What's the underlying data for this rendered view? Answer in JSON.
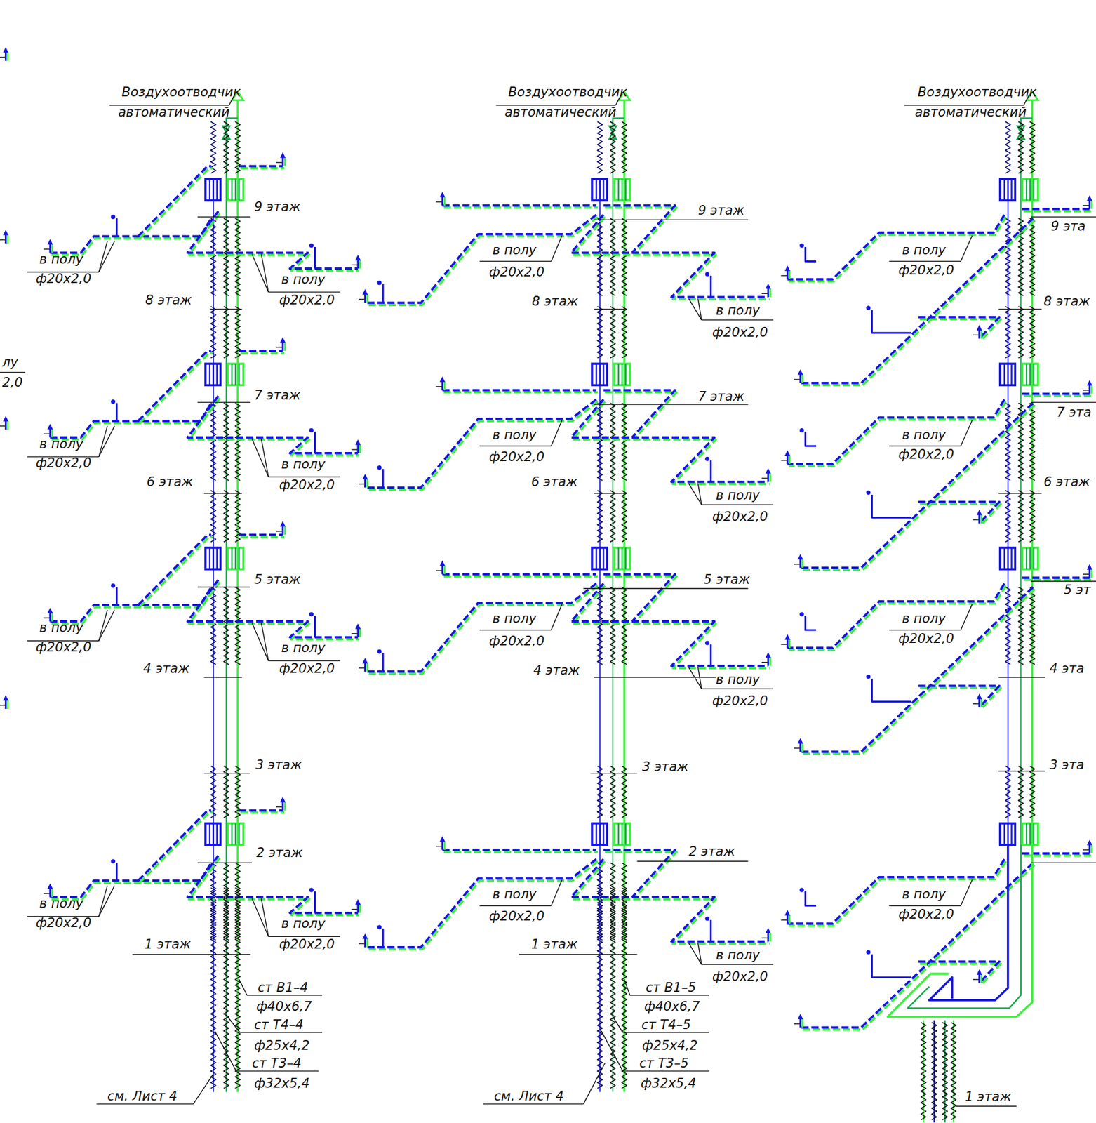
{
  "diagram": {
    "labels": [
      "лу",
      "2,0",
      "Воздухоотводчик",
      "автоматический",
      "9 этаж",
      "8 этаж",
      "7 этаж",
      "6 этаж",
      "5 этаж",
      "4 этаж",
      "3 этаж",
      "2 этаж",
      "1 этаж",
      "в полу",
      "ф20х2,0",
      "в полу",
      "ф20х2,0",
      "в полу",
      "ф20х2,0",
      "в полу",
      "ф20х2,0",
      "в полу",
      "ф20х2,0",
      "в полу",
      "ф20х2,0",
      "в полу",
      "ф20х2,0",
      "в полу",
      "ф20х2,0",
      "ст В1–4",
      "ф40х6,7",
      "ст Т4–4",
      "ф25х4,2",
      "ст Т3–4",
      "ф32х5,4",
      "см. Лист 4",
      "Воздухоотводчик",
      "автоматический",
      "9 этаж",
      "8 этаж",
      "7 этаж",
      "6 этаж",
      "5 этаж",
      "4 этаж",
      "3 этаж",
      "2 этаж",
      "1 этаж",
      "в полу",
      "ф20х2,0",
      "в полу",
      "ф20х2,0",
      "в полу",
      "ф20х2,0",
      "в полу",
      "ф20х2,0",
      "в полу",
      "ф20х2,0",
      "в полу",
      "ф20х2,0",
      "в полу",
      "ф20х2,0",
      "в полу",
      "ф20х2,0",
      "ст В1–5",
      "ф40х6,7",
      "ст Т4–5",
      "ф25х4,2",
      "ст Т3–5",
      "ф32х5,4",
      "см. Лист 4",
      "Воздухоотводчик",
      "автоматический",
      "9 эта",
      "8 этаж",
      "7 эта",
      "6 этаж",
      "5 эт",
      "4 эта",
      "3 эта",
      "1 этаж",
      "в полу",
      "ф20х2,0",
      "в полу",
      "ф20х2,0",
      "в полу",
      "ф20х2,0",
      "в полу",
      "ф20х2,0"
    ]
  }
}
